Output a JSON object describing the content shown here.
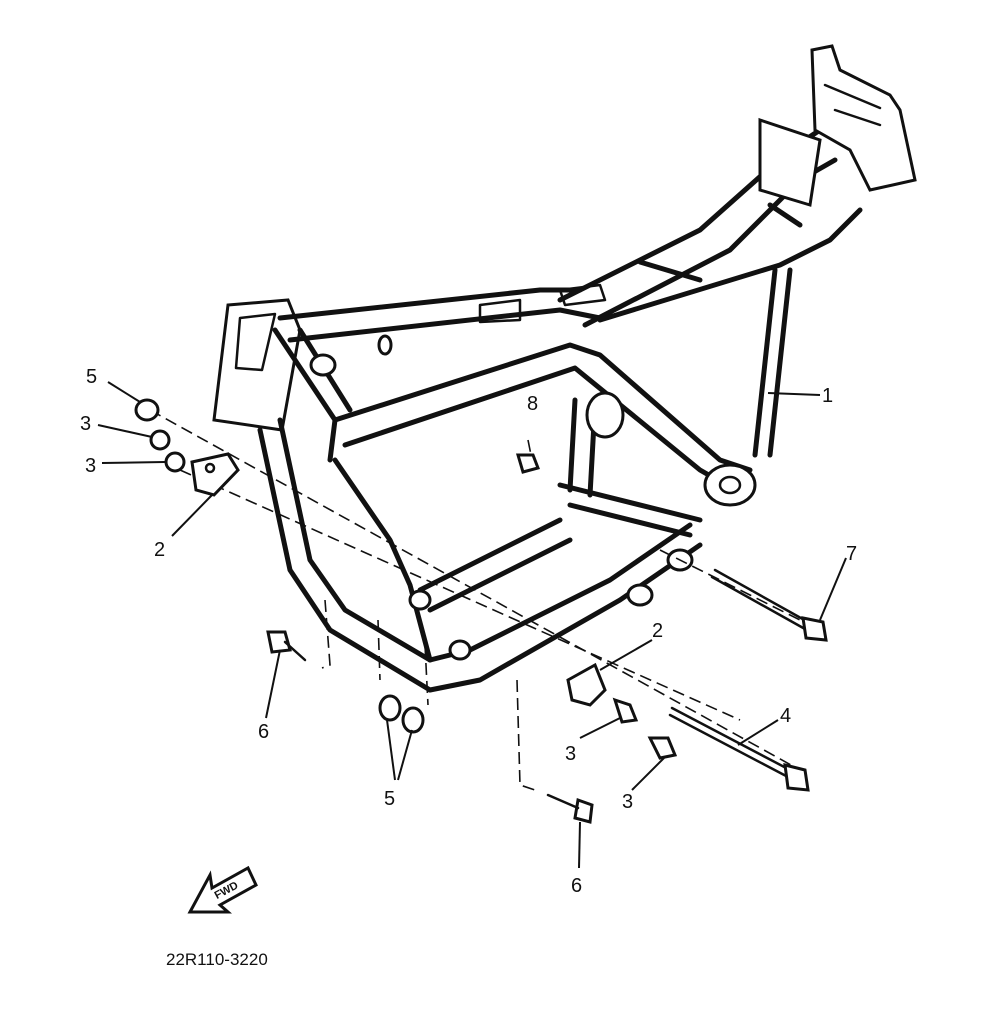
{
  "callouts": {
    "c1": "1",
    "c2a": "2",
    "c2b": "2",
    "c3a": "3",
    "c3b": "3",
    "c3c": "3",
    "c3d": "3",
    "c4": "4",
    "c5a": "5",
    "c5b": "5",
    "c6a": "6",
    "c6b": "6",
    "c7": "7",
    "c8": "8"
  },
  "fwd_label": "FWD",
  "diagram_code": "22R110-3220"
}
